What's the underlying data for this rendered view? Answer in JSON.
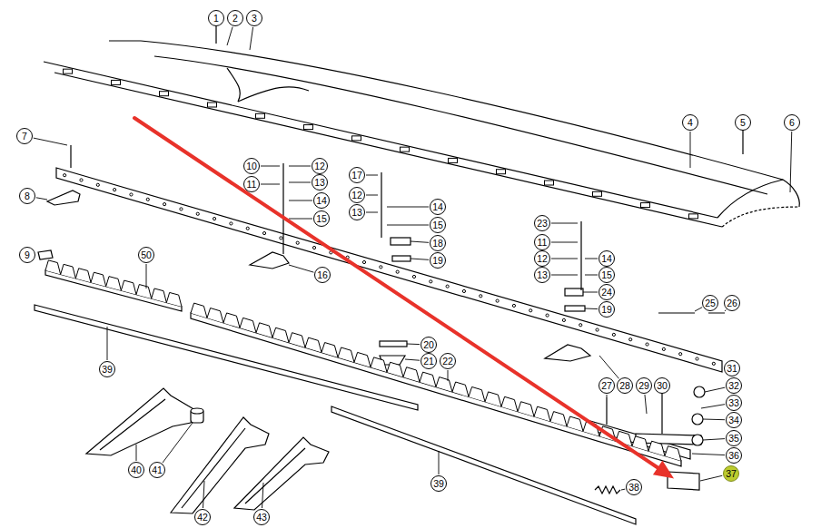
{
  "diagram": {
    "labels": [
      "1",
      "2",
      "3",
      "4",
      "5",
      "6",
      "7",
      "8",
      "9",
      "10",
      "11",
      "12",
      "13",
      "14",
      "15",
      "16",
      "17",
      "12",
      "13",
      "14",
      "15",
      "18",
      "19",
      "23",
      "11",
      "12",
      "13",
      "14",
      "15",
      "24",
      "19",
      "25",
      "26",
      "31",
      "20",
      "21",
      "22",
      "27",
      "28",
      "29",
      "30",
      "32",
      "33",
      "34",
      "35",
      "36",
      "37",
      "38",
      "39",
      "39",
      "40",
      "41",
      "42",
      "43",
      "50"
    ]
  }
}
